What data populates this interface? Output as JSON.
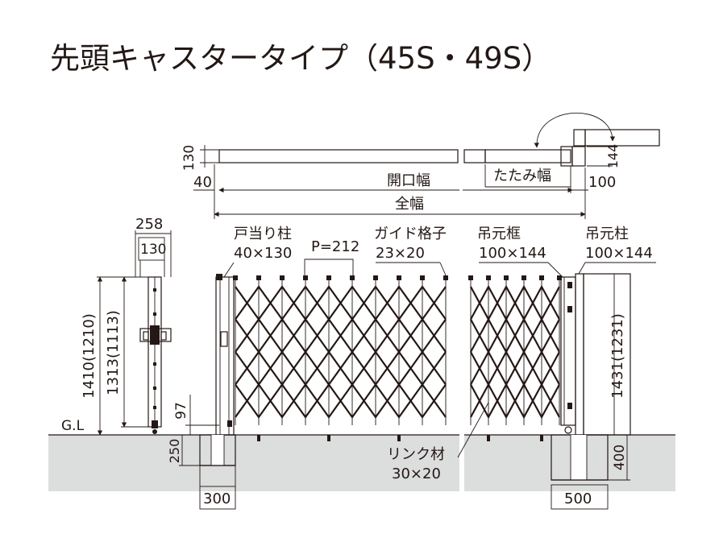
{
  "title": "先頭キャスタータイプ（45S・49S）",
  "top_view": {
    "dim_130": "130",
    "dim_40": "40",
    "opening_width": "開口幅",
    "folded_width": "たたみ幅",
    "dim_100": "100",
    "dim_144": "144",
    "total_width": "全幅"
  },
  "side_view": {
    "dim_258": "258",
    "dim_130": "130",
    "dim_1410": "1410(1210)",
    "dim_1313": "1313(1113)",
    "dim_97": "97",
    "gl": "G.L"
  },
  "front_view": {
    "door_stop_post": "戸当り柱",
    "door_stop_post_size": "40×130",
    "pitch": "P=212",
    "guide_lattice": "ガイド格子",
    "guide_lattice_size": "23×20",
    "hanging_frame": "吊元框",
    "hanging_frame_size": "100×144",
    "hanging_post": "吊元柱",
    "hanging_post_size": "100×144",
    "dim_1431": "1431(1231)",
    "link_member": "リンク材",
    "link_member_size": "30×20",
    "dim_250": "250",
    "dim_300": "300",
    "dim_400": "400",
    "dim_500": "500"
  },
  "colors": {
    "ink": "#231815",
    "ground": "#dcdddd",
    "panel": "#dcdddd"
  }
}
